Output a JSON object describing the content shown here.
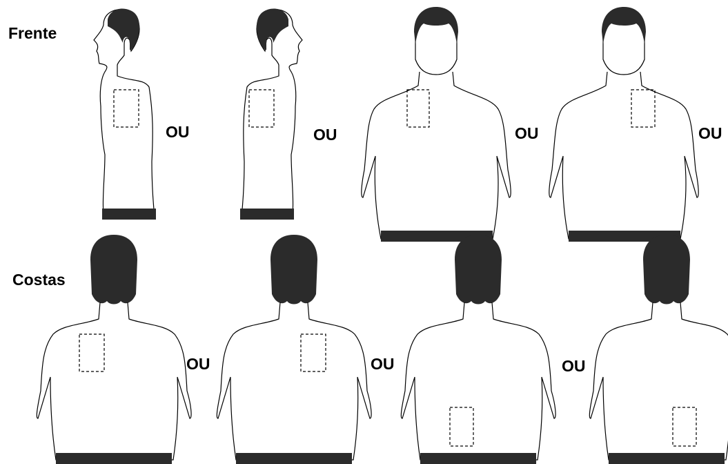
{
  "front": {
    "label": "Frente",
    "separators": [
      "OU",
      "OU",
      "OU",
      "OU"
    ]
  },
  "back": {
    "label": "Costas",
    "separators": [
      "OU",
      "OU",
      "OU"
    ]
  },
  "colors": {
    "hair_and_waistband": "#2b2b2b",
    "outline": "#000000",
    "patch_outline": "#000000"
  },
  "icons": {
    "side_figure": "side-profile-torso-icon",
    "front_figure": "front-torso-icon",
    "back_figure": "back-torso-icon",
    "patch": "dashed-rectangle-patch-icon"
  }
}
